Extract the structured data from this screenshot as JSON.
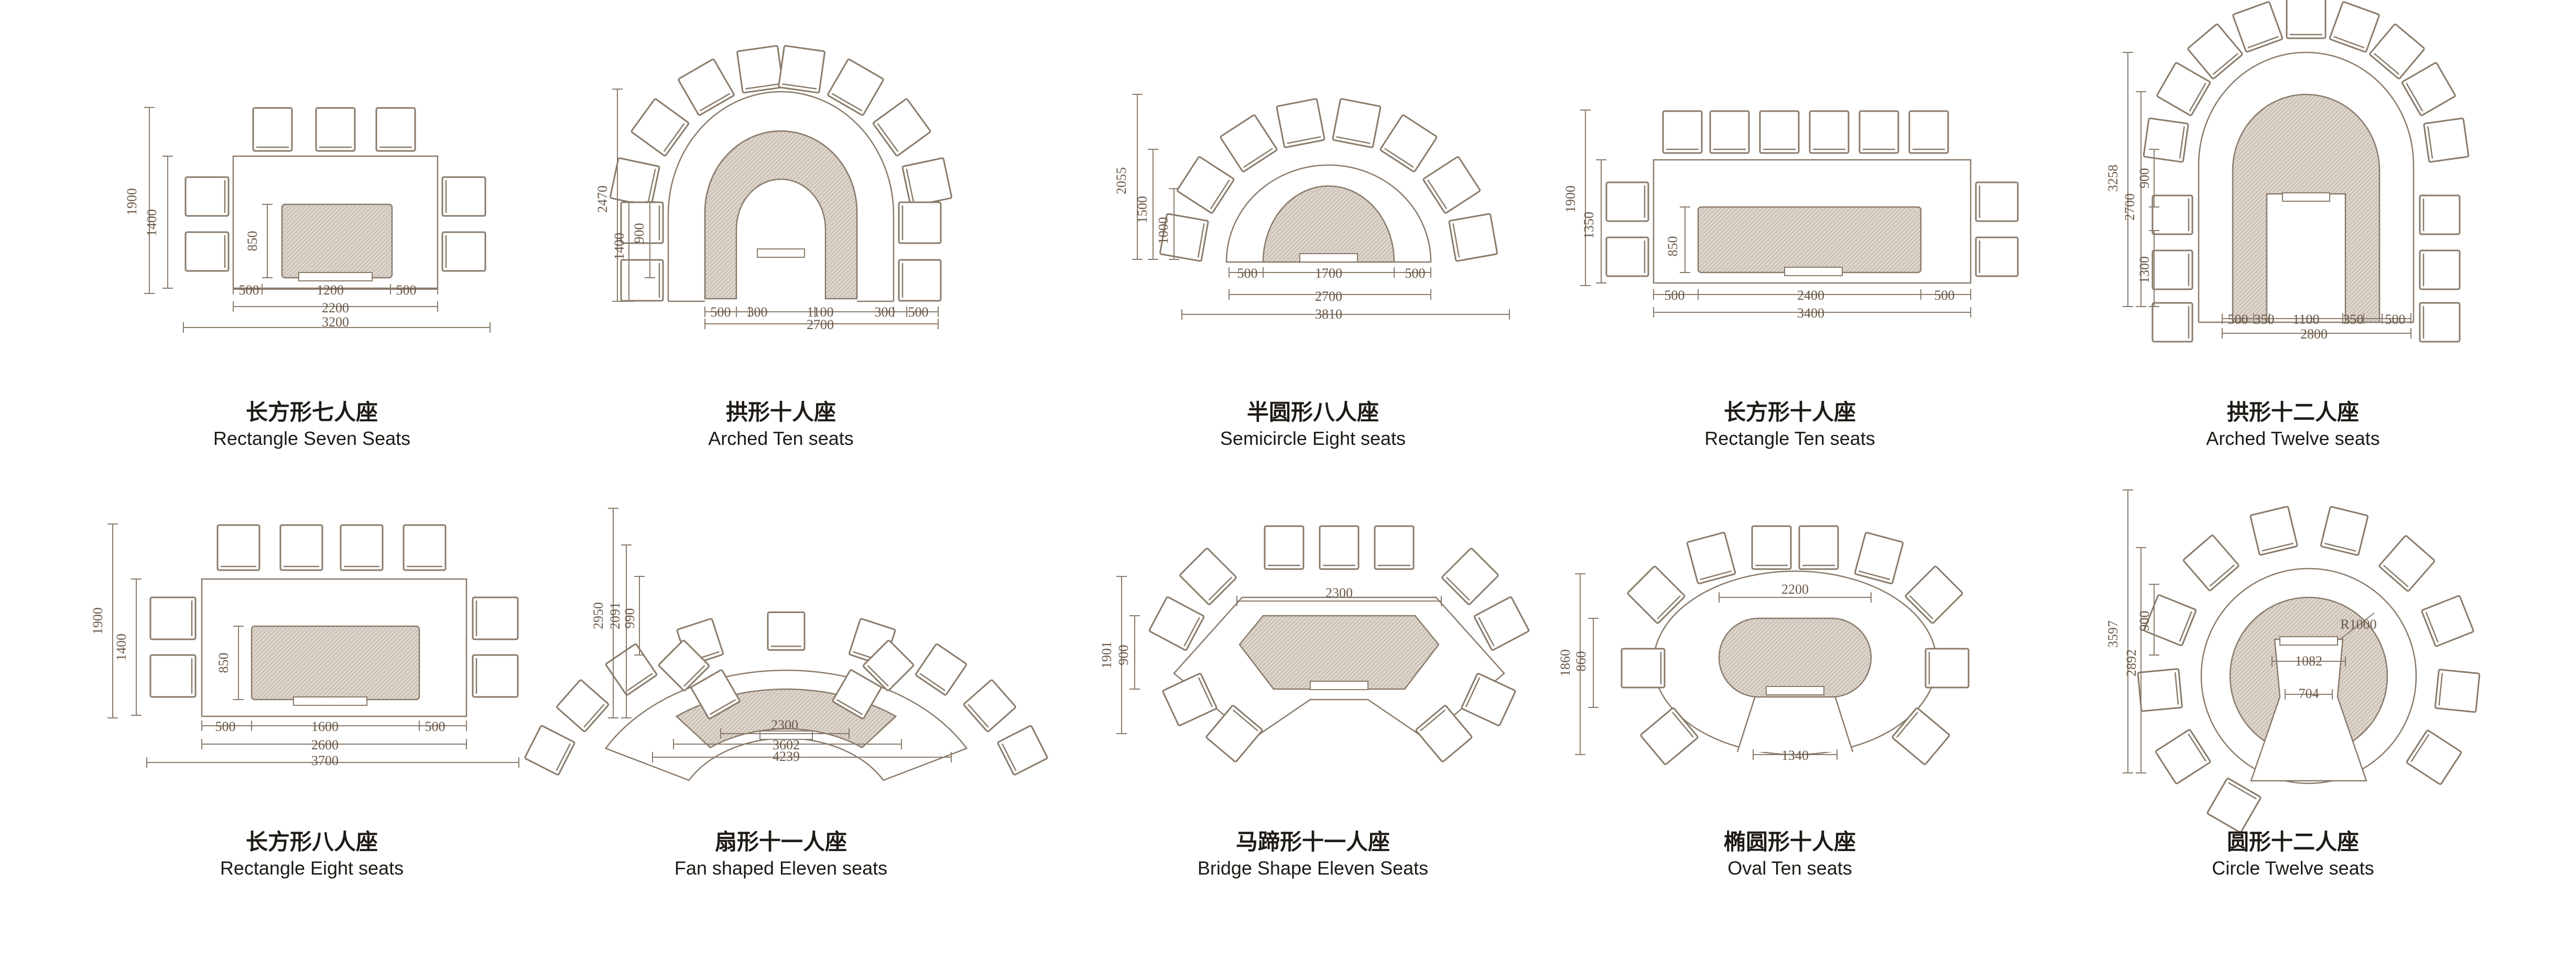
{
  "colors": {
    "line": "#8a7a6a",
    "seat_fill": "#ffffff",
    "hatch": "#cfc6bc",
    "dim": "#6a5848",
    "caption": "#1e1a16"
  },
  "layouts": [
    {
      "id": "rect7",
      "zh": "长方形七人座",
      "en": "Rectangle Seven Seats",
      "dims": {
        "v_outer": "1900",
        "v_inner": "1400",
        "table_h": "850",
        "w1": "500",
        "w2": "1200",
        "w3": "500",
        "total_inner": "2200",
        "total_outer": "3200"
      }
    },
    {
      "id": "arch10",
      "zh": "拱形十人座",
      "en": "Arched Ten seats",
      "dims": {
        "v1": "2470",
        "v2": "1400",
        "v3": "900",
        "b1": "500",
        "b2": "300",
        "b3": "1100",
        "b4": "300",
        "b5": "500",
        "total": "2700"
      }
    },
    {
      "id": "semi8",
      "zh": "半圆形八人座",
      "en": "Semicircle Eight seats",
      "dims": {
        "v1": "2055",
        "v2": "1500",
        "v3": "1000",
        "b1": "500",
        "b2": "1700",
        "b3": "500",
        "total_inner": "2700",
        "total_outer": "3810"
      }
    },
    {
      "id": "rect10",
      "zh": "长方形十人座",
      "en": "Rectangle Ten seats",
      "dims": {
        "v1": "1900",
        "v2": "1350",
        "table_h": "850",
        "b1": "500",
        "b2": "2400",
        "b3": "500",
        "total": "3400"
      }
    },
    {
      "id": "arch12",
      "zh": "拱形十二人座",
      "en": "Arched Twelve seats",
      "dims": {
        "v1": "3258",
        "v2": "2700",
        "v3": "900",
        "v4": "1300",
        "b1": "500",
        "b2": "350",
        "b3": "1100",
        "b4": "350",
        "b5": "500",
        "total": "2800"
      }
    },
    {
      "id": "rect8",
      "zh": "长方形八人座",
      "en": "Rectangle Eight seats",
      "dims": {
        "v_outer": "1900",
        "v_inner": "1400",
        "table_h": "850",
        "w1": "500",
        "w2": "1600",
        "w3": "500",
        "total_inner": "2600",
        "total_outer": "3700"
      }
    },
    {
      "id": "fan11",
      "zh": "扇形十一人座",
      "en": "Fan shaped Eleven seats",
      "dims": {
        "v1": "2950",
        "v2": "2091",
        "v3": "990",
        "b1": "2300",
        "b2": "3602",
        "b3": "4239"
      }
    },
    {
      "id": "bridge11",
      "zh": "马蹄形十一人座",
      "en": "Bridge Shape Eleven Seats",
      "dims": {
        "v1": "1901",
        "v2": "900",
        "top": "2300"
      }
    },
    {
      "id": "oval10",
      "zh": "椭圆形十人座",
      "en": "Oval Ten seats",
      "dims": {
        "v1": "1860",
        "v2": "860",
        "top": "2200",
        "bottom": "1340"
      }
    },
    {
      "id": "circle12",
      "zh": "圆形十二人座",
      "en": "Circle  Twelve seats",
      "dims": {
        "v1": "3597",
        "v2": "2892",
        "v3": "900",
        "r": "R1000",
        "w1": "1082",
        "w2": "704"
      }
    }
  ]
}
